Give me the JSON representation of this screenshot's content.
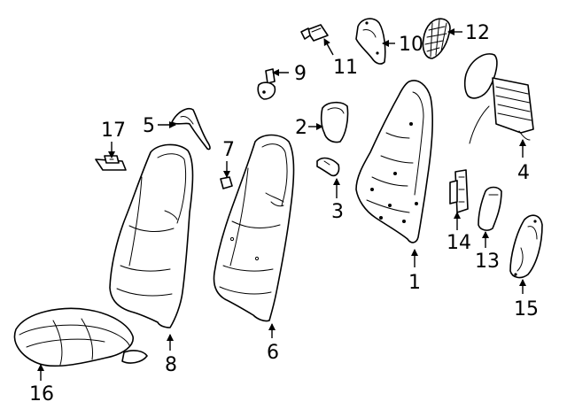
{
  "diagram": {
    "callouts": [
      {
        "id": "1",
        "label": "1"
      },
      {
        "id": "2",
        "label": "2"
      },
      {
        "id": "3",
        "label": "3"
      },
      {
        "id": "4",
        "label": "4"
      },
      {
        "id": "5",
        "label": "5"
      },
      {
        "id": "6",
        "label": "6"
      },
      {
        "id": "7",
        "label": "7"
      },
      {
        "id": "8",
        "label": "8"
      },
      {
        "id": "9",
        "label": "9"
      },
      {
        "id": "10",
        "label": "10"
      },
      {
        "id": "11",
        "label": "11"
      },
      {
        "id": "12",
        "label": "12"
      },
      {
        "id": "13",
        "label": "13"
      },
      {
        "id": "14",
        "label": "14"
      },
      {
        "id": "15",
        "label": "15"
      },
      {
        "id": "16",
        "label": "16"
      },
      {
        "id": "17",
        "label": "17"
      }
    ]
  },
  "colors": {
    "line": "#000000",
    "background": "#ffffff"
  }
}
